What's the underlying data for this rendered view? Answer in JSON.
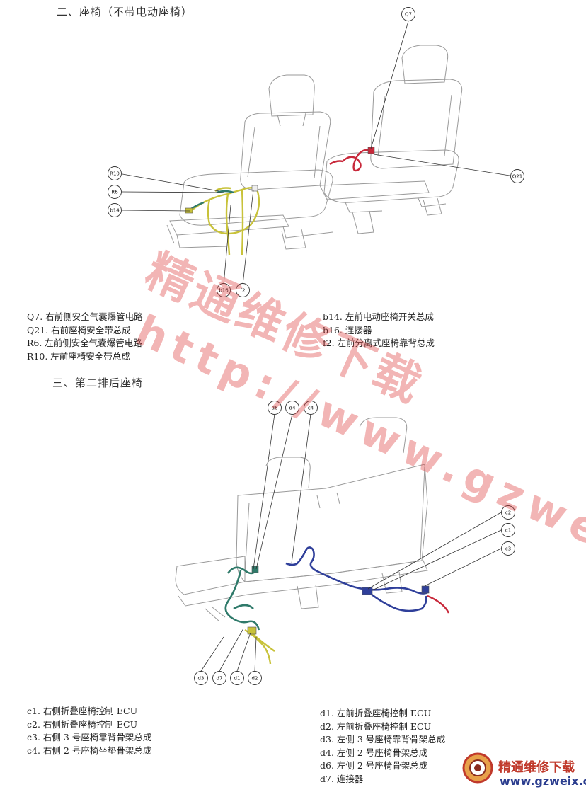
{
  "section2": {
    "heading": "二、座椅（不带电动座椅）",
    "callouts": [
      "Q7",
      "Q21",
      "R10",
      "R6",
      "b14",
      "b16",
      "f2"
    ],
    "legend_left": [
      "Q7. 右前侧安全气囊爆管电路",
      "Q21. 右前座椅安全带总成",
      "R6. 左前侧安全气囊爆管电路",
      "R10. 左前座椅安全带总成"
    ],
    "legend_right": [
      "b14. 左前电动座椅开关总成",
      "b16. 连接器",
      "f2. 左前分离式座椅靠背总成"
    ]
  },
  "section3": {
    "heading": "三、第二排后座椅",
    "callouts": [
      "d6",
      "d4",
      "c4",
      "c2",
      "c1",
      "c3",
      "d3",
      "d7",
      "d1",
      "d2"
    ],
    "legend_left": [
      "c1. 右侧折叠座椅控制 ECU",
      "c2. 右侧折叠座椅控制 ECU",
      "c3. 右侧 3 号座椅靠背骨架总成",
      "c4. 右侧 2 号座椅坐垫骨架总成"
    ],
    "legend_right": [
      "d1. 左前折叠座椅控制 ECU",
      "d2. 左前折叠座椅控制 ECU",
      "d3. 左侧 3 号座椅靠背骨架总成",
      "d4. 左侧 2 号座椅骨架总成",
      "d6. 左侧 2 号座椅骨架总成",
      "d7. 连接器"
    ]
  },
  "watermark": {
    "main": "精通维修下载",
    "url": "http://www.gzweix.com"
  },
  "logo": {
    "text": "精通维修下载",
    "url": "www.gzweix.com"
  },
  "colors": {
    "harness_yellow": "#c8c23a",
    "harness_green": "#2f7a6a",
    "harness_blue": "#2f3f9a",
    "harness_red": "#c8283a",
    "watermark_red": "#dc3c3c"
  }
}
